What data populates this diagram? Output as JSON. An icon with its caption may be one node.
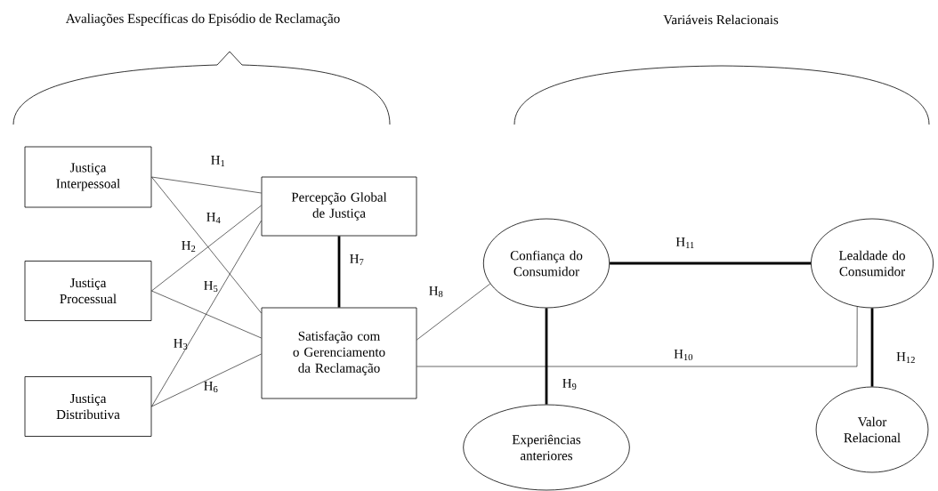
{
  "diagram": {
    "nodes": [
      {
        "text": [
          "Justiça Interpessoal"
        ]
      },
      {
        "text": [
          "Justiça Processual"
        ]
      },
      {
        "text": [
          "Justiça Distributiva"
        ]
      },
      {
        "text": [
          "Percepção Global de Justiça"
        ]
      },
      {
        "text": [
          "Satisfação com o Gerenciamento da Reclamação"
        ]
      },
      {
        "text": [
          "Confiança do Consumidor"
        ]
      },
      {
        "text": [
          "Lealdade do Consumidor"
        ]
      },
      {
        "text": [
          "Experiências anteriores"
        ]
      },
      {
        "text": [
          "Valor Relacional"
        ]
      }
    ],
    "edges": [
      {
        "from": 0,
        "to": 3,
        "arrow": "none",
        "label": "H$_{1}$"
      },
      {
        "from": 1,
        "to": 3,
        "arrow": "none",
        "label": "H$_{2}$"
      },
      {
        "from": 2,
        "to": 3,
        "arrow": "none",
        "label": "H$_{3}$"
      },
      {
        "from": 0,
        "to": 4,
        "arrow": "none",
        "label": "H$_{4}$"
      },
      {
        "from": 1,
        "to": 4,
        "arrow": "none",
        "label": "H$_{5}$"
      },
      {
        "from": 2,
        "to": 4,
        "arrow": "none",
        "label": "H$_{6}$"
      },
      {
        "from": 3,
        "to": 4,
        "arrow": "none",
        "label": "H$_{7}$",
        "style": "thick"
      },
      {
        "from": 4,
        "to": 5,
        "arrow": "none",
        "label": "H$_{8}$"
      },
      {
        "from": 5,
        "to": 7,
        "arrow": "none",
        "label": "H$_{9}$",
        "style": "thick"
      },
      {
        "from": 4,
        "to": 6,
        "arrow": "none",
        "label": "H$_{10}$"
      },
      {
        "from": 5,
        "to": 6,
        "arrow": "none",
        "label": "H$_{11}$",
        "style": "thick"
      },
      {
        "from": 6,
        "to": 8,
        "arrow": "none",
        "label": "H$_{12}$",
        "style": "thick"
      }
    ],
    "labels": [
      "Avaliações Específicas do Episódio de Reclamação",
      "Variáveis Relacionais"
    ]
  }
}
